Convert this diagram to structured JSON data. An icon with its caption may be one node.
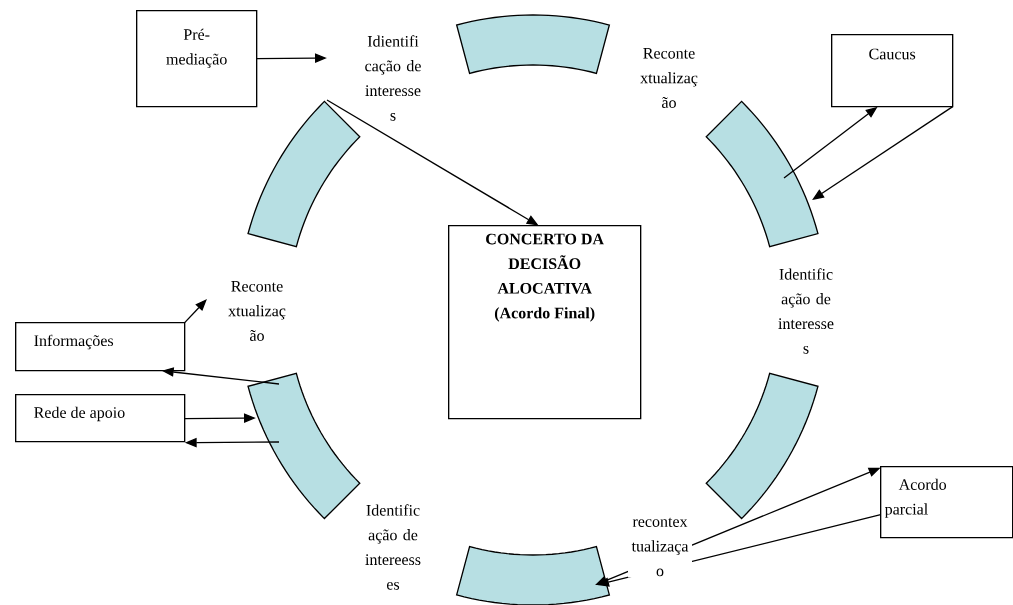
{
  "diagram": {
    "nodes": [
      {
        "text": [
          "Pré-mediação"
        ]
      },
      {
        "text": [
          "Idientifi cação de interesse s"
        ]
      },
      {
        "text": [],
        "shape": "arc"
      },
      {
        "text": [
          "Caucus"
        ]
      },
      {
        "text": [],
        "shape": "arc"
      },
      {
        "text": [],
        "shape": "arc"
      },
      {
        "text": [
          "CONCERTO DA DECISÃO ALOCATIVA (Acordo Final)"
        ]
      },
      {
        "text": [
          "Reconte xtualizaç ão"
        ]
      },
      {
        "text": [
          "Informações"
        ]
      },
      {
        "text": [
          "Rede de apoio"
        ]
      },
      {
        "text": [],
        "shape": "arc"
      },
      {
        "text": [],
        "shape": "arc"
      },
      {
        "text": [
          "Acordo parcial"
        ]
      },
      {
        "text": [],
        "shape": "arc"
      }
    ],
    "edges": [
      {
        "from": 0,
        "to": 1,
        "arrow": "to"
      },
      {
        "from": 4,
        "to": 6,
        "arrow": "to"
      },
      {
        "from": 5,
        "to": 3,
        "arrow": "to"
      },
      {
        "from": 3,
        "to": 5,
        "arrow": "to"
      },
      {
        "from": 10,
        "to": 8,
        "arrow": "to"
      },
      {
        "from": 8,
        "to": 7,
        "arrow": "to"
      },
      {
        "from": 9,
        "to": 10,
        "arrow": "to"
      },
      {
        "from": 10,
        "to": 9,
        "arrow": "to"
      },
      {
        "from": 13,
        "to": 12,
        "arrow": "both"
      },
      {
        "from": 12,
        "to": 13,
        "arrow": "to"
      }
    ],
    "labels": [
      "Reconte xtualizaç ão",
      "Identific ação de interesse s",
      "Identific ação de intereess es",
      "recontex tualizaça o"
    ]
  }
}
